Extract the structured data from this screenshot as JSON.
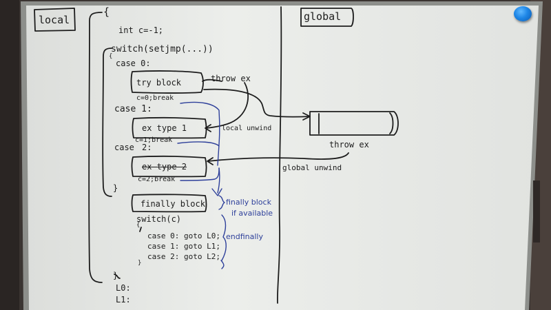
{
  "whiteboard": {
    "left_header": "local",
    "right_header": "global",
    "code_lines": {
      "brace_open": "{",
      "int_decl": "int c=-1;",
      "switch_head": "switch(setjmp(...))",
      "small_brace": "{",
      "case0": "case 0:",
      "try_box": "try block",
      "c0_break": "c=0;break",
      "case1": "case 1:",
      "ex_type1_box": "ex type 1",
      "c1_break": "c=1;break",
      "case2_a": "case",
      "case2_b": "2:",
      "ex_type2_box": "ex type 2",
      "c2_break": "c=2;break",
      "brace_close": "}",
      "finally_box": "finally block",
      "switch_c": "switch(c)",
      "small_brace2": "{",
      "goto0": "case 0: goto L0;",
      "goto1": "case 1: goto L1;",
      "goto2": "case 2: goto L2;",
      "small_brace_close": "}",
      "outer_close": "}",
      "label0": "L0:",
      "label1": "L1:"
    },
    "annotations": {
      "throw_ex_top": "throw ex",
      "local_unwind": "local unwind",
      "throw_ex_right": "throw ex",
      "global_unwind": "global unwind",
      "finally_note_1": "finally block",
      "finally_note_2": "if available",
      "endfinally": "endfinally"
    }
  },
  "colors": {
    "board": "#e4e6e3",
    "ink": "#1c1c1c",
    "blue_ink": "#2d3f9a",
    "magnet": "#1e86e6",
    "frame": "#8d8f8b",
    "wall": "#3a3431"
  }
}
